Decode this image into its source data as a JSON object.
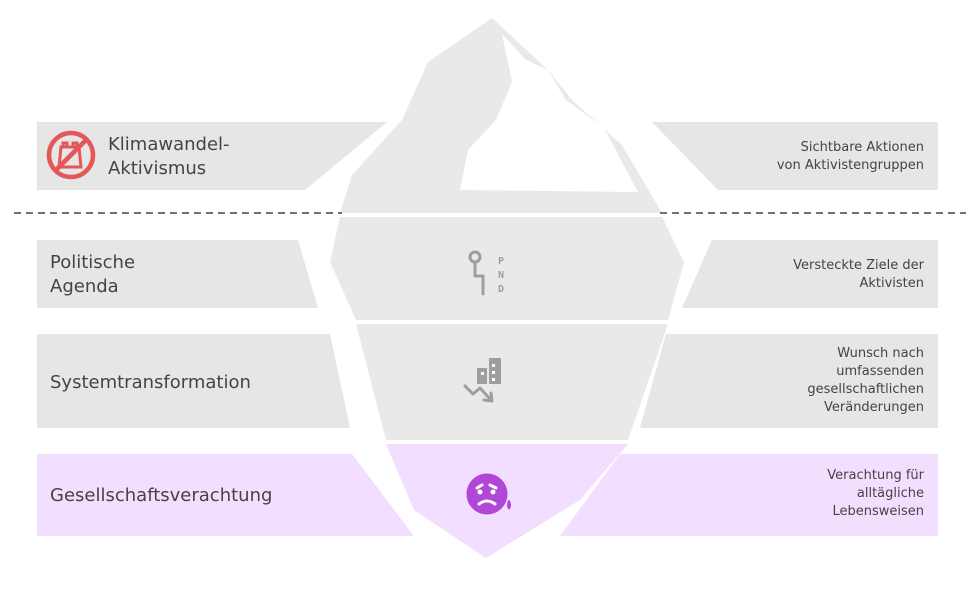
{
  "colors": {
    "band_gray": "#e6e6e6",
    "band_highlight": "#f2defe",
    "iceberg_gray": "#e9e9e9",
    "iceberg_tip": "#ffffff",
    "text": "#444444",
    "icon_gray": "#9e9e9e",
    "icon_red": "#e45757",
    "icon_purple": "#b147d6",
    "waterline": "#444444"
  },
  "levels": [
    {
      "left_label": "Klimawandel-\nAktivismus",
      "right_label": "Sichtbare Aktionen\nvon Aktivistengruppen",
      "icon": "no-plastic-bag-icon",
      "highlight": false
    },
    {
      "left_label": "Politische\nAgenda",
      "right_label": "Versteckte Ziele der\nAktivisten",
      "icon": "gear-shift-pnd-icon",
      "highlight": false
    },
    {
      "left_label": "Systemtransformation",
      "right_label": "Wunsch nach\numfassenden\ngesellschaftlichen\nVeränderungen",
      "icon": "declining-buildings-icon",
      "highlight": false
    },
    {
      "left_label": "Gesellschaftsverachtung",
      "right_label": "Verachtung für\nalltägliche\nLebensweisen",
      "icon": "contempt-face-icon",
      "highlight": true
    }
  ]
}
